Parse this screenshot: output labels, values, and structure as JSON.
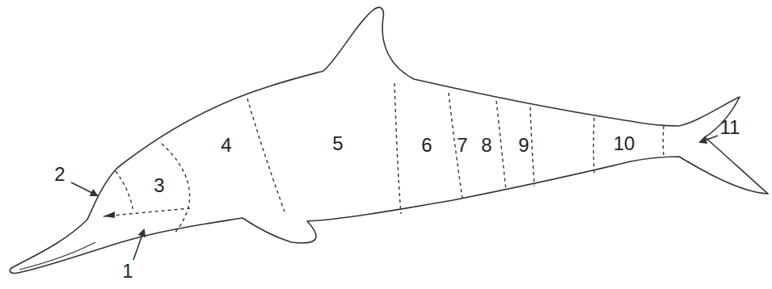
{
  "diagram": {
    "labels": [
      "2",
      "3",
      "4",
      "5",
      "6",
      "7",
      "8",
      "9",
      "10",
      "11",
      "1"
    ]
  }
}
